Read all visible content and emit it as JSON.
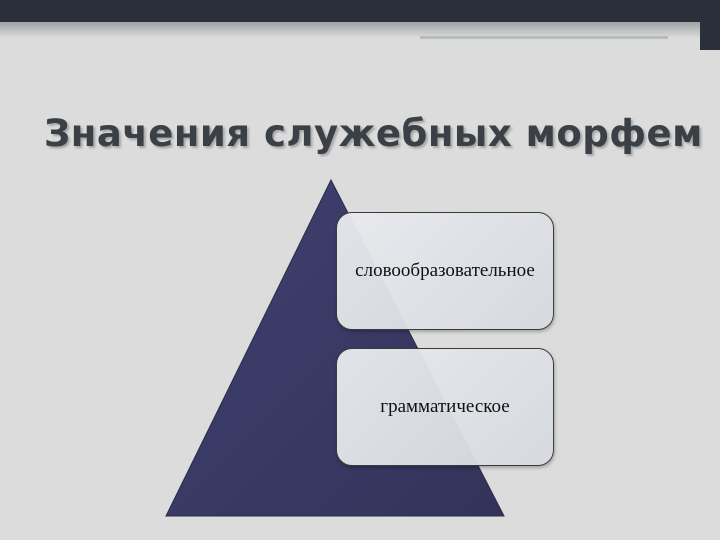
{
  "slide": {
    "title": "Значения служебных морфем",
    "boxes": [
      {
        "label": "словообразовательное"
      },
      {
        "label": "грамматическое"
      }
    ]
  },
  "colors": {
    "background": "#dcdcdc",
    "pyramid": "#3a3a66",
    "topbar": "#2b2f3a"
  }
}
